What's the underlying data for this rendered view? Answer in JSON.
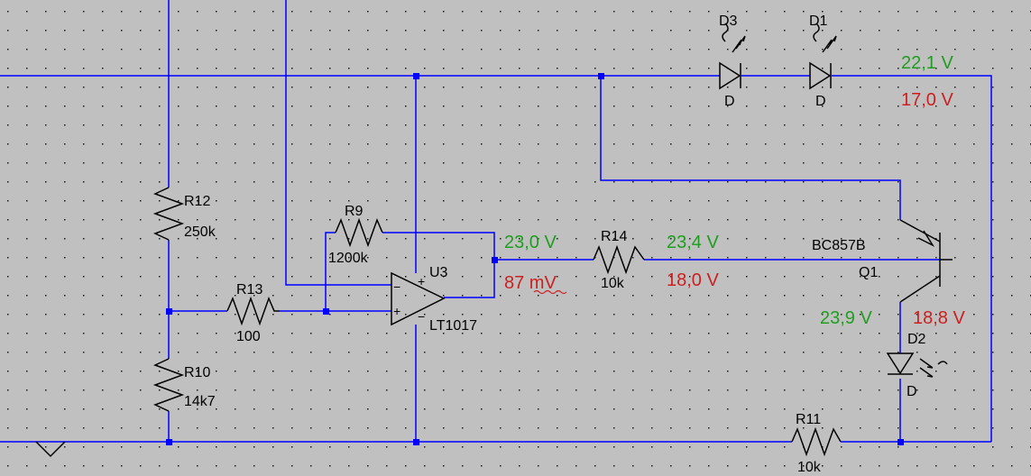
{
  "components": {
    "r12": {
      "ref": "R12",
      "value": "250k"
    },
    "r10": {
      "ref": "R10",
      "value": "14k7"
    },
    "r13": {
      "ref": "R13",
      "value": "100"
    },
    "r9": {
      "ref": "R9",
      "value": "1200k"
    },
    "r14": {
      "ref": "R14",
      "value": "10k"
    },
    "r11": {
      "ref": "R11",
      "value": "10k"
    },
    "u3": {
      "ref": "U3",
      "value": "LT1017"
    },
    "q1": {
      "ref": "Q1",
      "value": "BC857B"
    },
    "d1": {
      "ref": "D1",
      "value": "D"
    },
    "d2": {
      "ref": "D2",
      "value": "D"
    },
    "d3": {
      "ref": "D3",
      "value": "D"
    }
  },
  "opamp_pins": {
    "plus_top": "+",
    "plus_left": "+",
    "minus": "−",
    "minus_bottom": "−"
  },
  "voltages": {
    "led_top_green": "22,1 V",
    "led_top_red": "17,0 V",
    "opamp_out_green": "23,0 V",
    "opamp_out_red": "87 mV",
    "base_green": "23,4 V",
    "base_red": "18,0 V",
    "collector_green": "23,9 V",
    "collector_red": "18,8 V"
  },
  "colors": {
    "background": "#c0c0c0",
    "wire": "#0000ff",
    "component": "#000000",
    "green_value": "#1e9e1e",
    "red_value": "#cc1f1f"
  }
}
